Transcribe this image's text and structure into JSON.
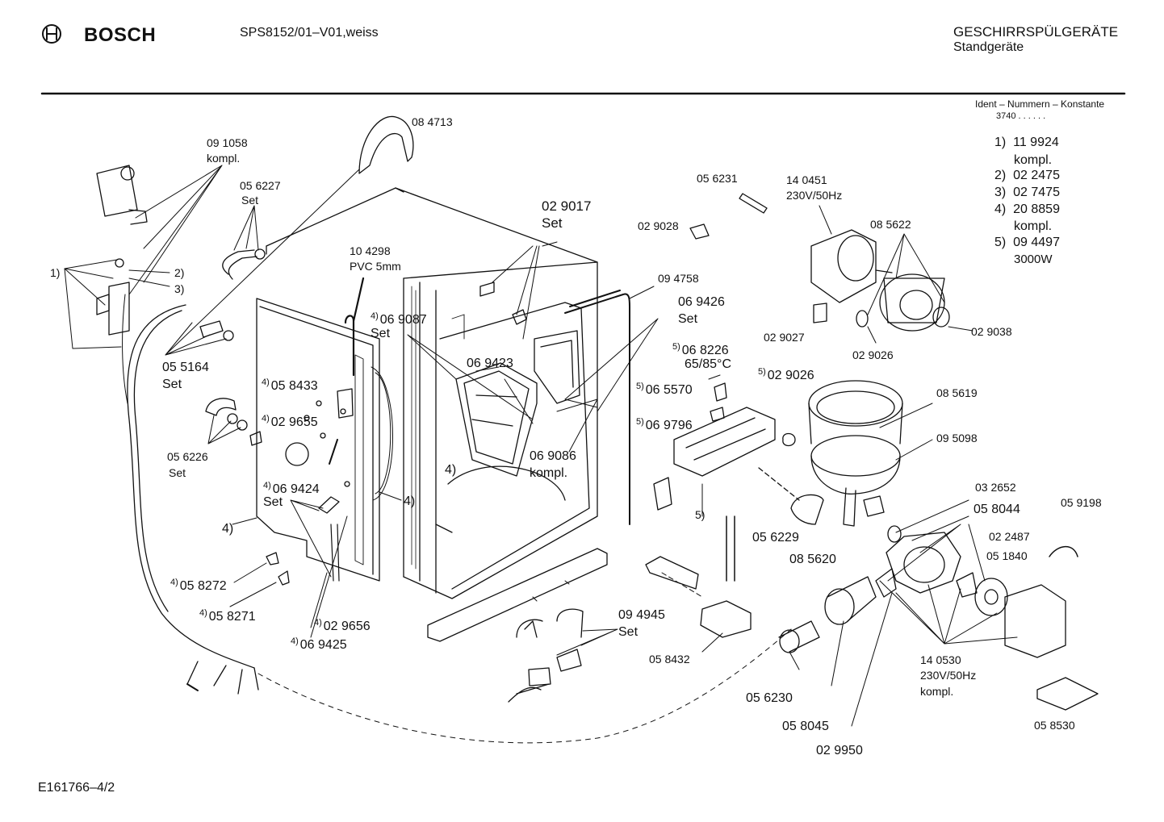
{
  "header": {
    "brand": "BOSCH",
    "model": "SPS8152/01–V01,weiss",
    "category_line1": "GESCHIRRSPÜLGERÄTE",
    "category_line2": "Standgeräte"
  },
  "ident": {
    "title": "Ident – Nummern – Konstante",
    "constant": "3740 . . . . . ."
  },
  "legend": [
    {
      "key": "1)",
      "value": "11 9924",
      "extra": "kompl."
    },
    {
      "key": "2)",
      "value": "02 2475",
      "extra": ""
    },
    {
      "key": "3)",
      "value": "02 7475",
      "extra": ""
    },
    {
      "key": "4)",
      "value": "20 8859",
      "extra": "kompl."
    },
    {
      "key": "5)",
      "value": "09 4497",
      "extra": "3000W"
    }
  ],
  "labels": {
    "p084713": "08 4713",
    "p091058": "09 1058",
    "p091058b": "kompl.",
    "p056227": "05 6227",
    "p056227b": "Set",
    "n1": "1)",
    "n2": "2)",
    "n3": "3)",
    "p055164": "05 5164",
    "p055164b": "Set",
    "p104298": "10 4298",
    "p104298b": "PVC 5mm",
    "p069087": "06 9087",
    "p069087b": "Set",
    "p058433": "05 8433",
    "p029655": "02 9655",
    "p056226": "05 6226",
    "p056226b": "Set",
    "p069424": "06 9424",
    "p069424b": "Set",
    "n4a": "4)",
    "n4b": "4)",
    "n4c": "4)",
    "p058272": "05 8272",
    "p058271": "05 8271",
    "p029656": "02 9656",
    "p069425": "06 9425",
    "p029017": "02 9017",
    "p029017b": "Set",
    "p069423": "06 9423",
    "p069086": "06 9086",
    "p069086b": "kompl.",
    "p094758": "09 4758",
    "p069426": "06 9426",
    "p069426b": "Set",
    "p029028": "02 9028",
    "p056231": "05 6231",
    "p140451": "14 0451",
    "p140451b": "230V/50Hz",
    "p085622": "08 5622",
    "p029027": "02 9027",
    "p029026a": "02 9026",
    "p029038": "02 9038",
    "p068226": "06 8226",
    "p068226b": "65/85°C",
    "p065570": "06 5570",
    "p069796": "06 9796",
    "p029026b": "02 9026",
    "n5": "5)",
    "p085619": "08 5619",
    "p095098": "09 5098",
    "p032652": "03 2652",
    "p058044": "05 8044",
    "p059198": "05 9198",
    "p022487": "02 2487",
    "p051840": "05 1840",
    "p056229": "05 6229",
    "p085620": "08 5620",
    "p094945": "09 4945",
    "p094945b": "Set",
    "p058432": "05 8432",
    "p140530": "14 0530",
    "p140530b": "230V/50Hz",
    "p140530c": "kompl.",
    "p056230": "05 6230",
    "p058045": "05 8045",
    "p029950": "02 9950",
    "p058530": "05 8530"
  },
  "notes": {
    "four": "4)",
    "five": "5)"
  },
  "footer": {
    "docnum": "E161766–4/2"
  }
}
